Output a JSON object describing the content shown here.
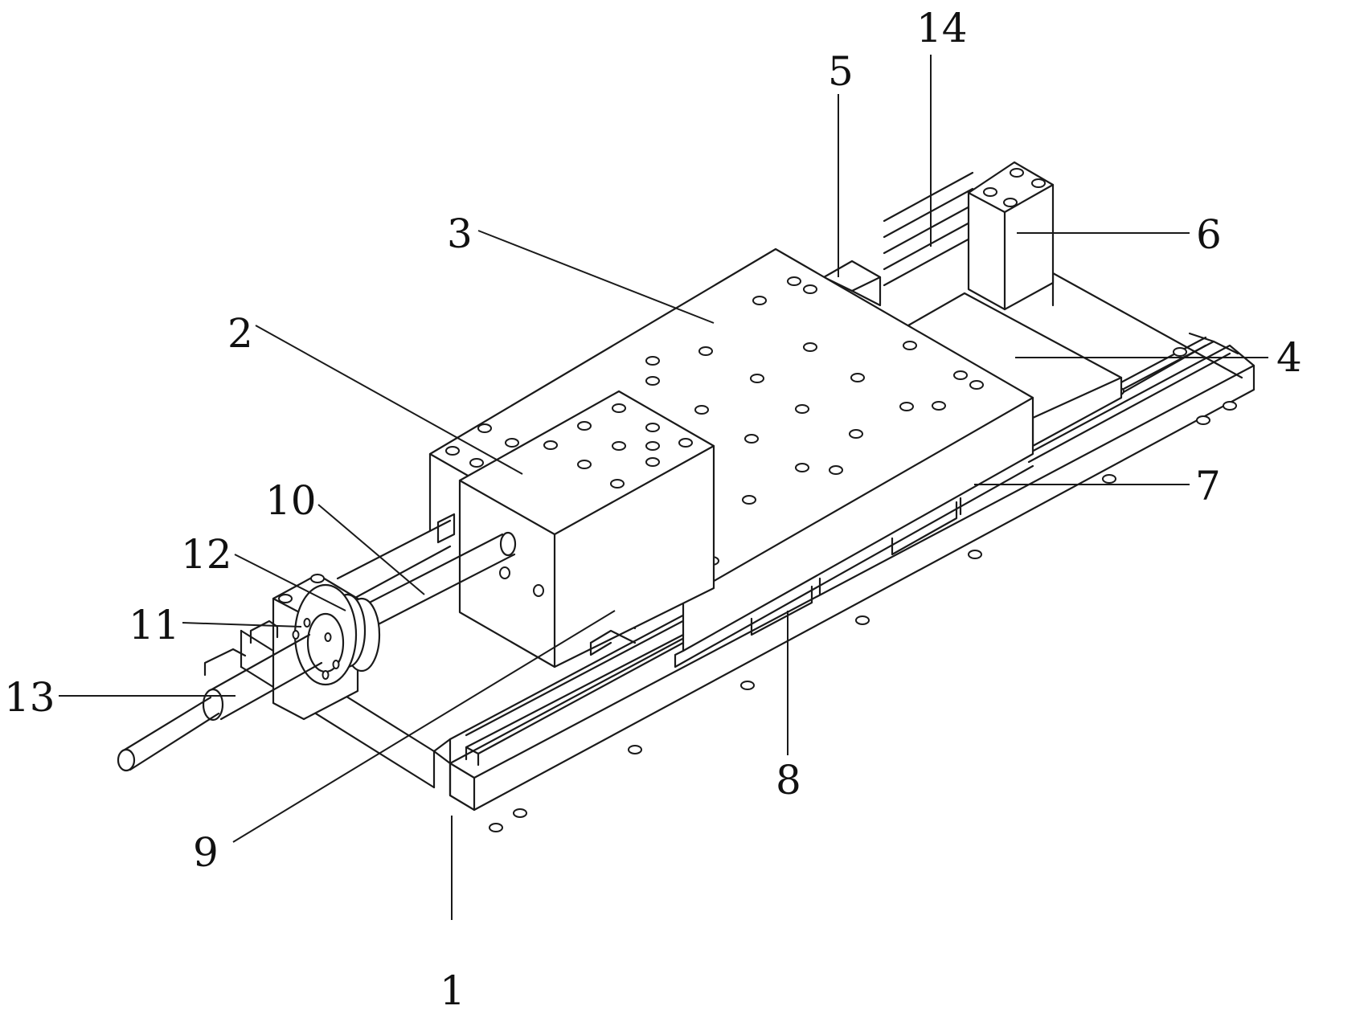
{
  "figure": {
    "kind": "isometric mechanical line drawing",
    "line_color": "#1a1a1a",
    "background": "#ffffff",
    "labels": [
      {
        "id": "1",
        "text": "1"
      },
      {
        "id": "2",
        "text": "2"
      },
      {
        "id": "3",
        "text": "3"
      },
      {
        "id": "4",
        "text": "4"
      },
      {
        "id": "5",
        "text": "5"
      },
      {
        "id": "6",
        "text": "6"
      },
      {
        "id": "7",
        "text": "7"
      },
      {
        "id": "8",
        "text": "8"
      },
      {
        "id": "9",
        "text": "9"
      },
      {
        "id": "10",
        "text": "10"
      },
      {
        "id": "11",
        "text": "11"
      },
      {
        "id": "12",
        "text": "12"
      },
      {
        "id": "13",
        "text": "13"
      },
      {
        "id": "14",
        "text": "14"
      }
    ]
  }
}
